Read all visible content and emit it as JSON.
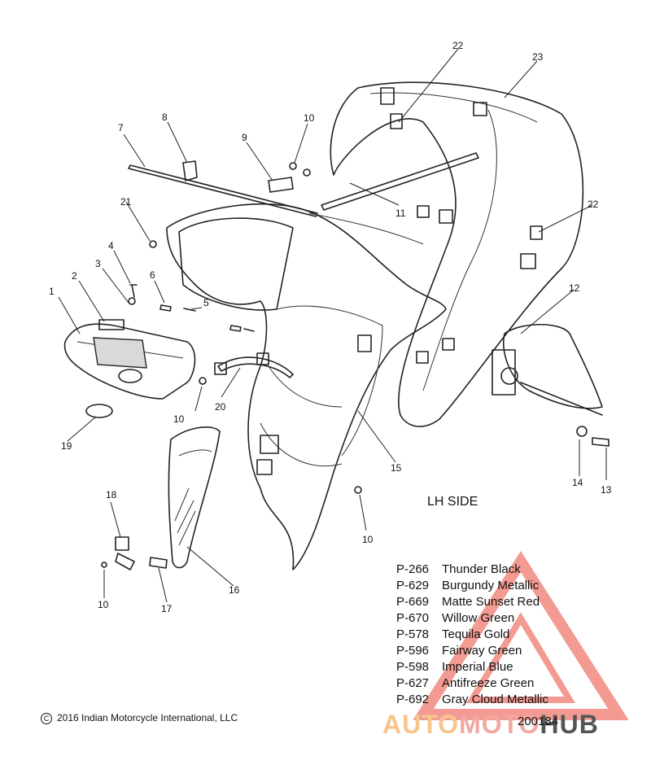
{
  "side_label": "LH SIDE",
  "callouts": [
    {
      "text": "1"
    },
    {
      "text": "2"
    },
    {
      "text": "3"
    },
    {
      "text": "4"
    },
    {
      "text": "5"
    },
    {
      "text": "6"
    },
    {
      "text": "7"
    },
    {
      "text": "8"
    },
    {
      "text": "9"
    },
    {
      "text": "10"
    },
    {
      "text": "10"
    },
    {
      "text": "10"
    },
    {
      "text": "10"
    },
    {
      "text": "11"
    },
    {
      "text": "12"
    },
    {
      "text": "13"
    },
    {
      "text": "14"
    },
    {
      "text": "15"
    },
    {
      "text": "16"
    },
    {
      "text": "17"
    },
    {
      "text": "18"
    },
    {
      "text": "19"
    },
    {
      "text": "20"
    },
    {
      "text": "21"
    },
    {
      "text": "22"
    },
    {
      "text": "22"
    },
    {
      "text": "23"
    }
  ],
  "color_legend": [
    {
      "code": "P-266",
      "name": "Thunder Black"
    },
    {
      "code": "P-629",
      "name": "Burgundy Metallic"
    },
    {
      "code": "P-669",
      "name": "Matte Sunset Red"
    },
    {
      "code": "P-670",
      "name": "Willow Green"
    },
    {
      "code": "P-578",
      "name": "Tequila Gold"
    },
    {
      "code": "P-596",
      "name": "Fairway Green"
    },
    {
      "code": "P-598",
      "name": "Imperial Blue"
    },
    {
      "code": "P-627",
      "name": "Antifreeze Green"
    },
    {
      "code": "P-692",
      "name": "Gray Cloud Metallic"
    }
  ],
  "copyright": "2016 Indian Motorcycle International, LLC",
  "drawing_number": "200184",
  "watermark": {
    "part1": "AUTO",
    "part2": "MOTO",
    "part3": "HUB",
    "color_auto": "#f7c58c",
    "color_moto": "#f2a7a2",
    "color_hub": "#555555"
  }
}
